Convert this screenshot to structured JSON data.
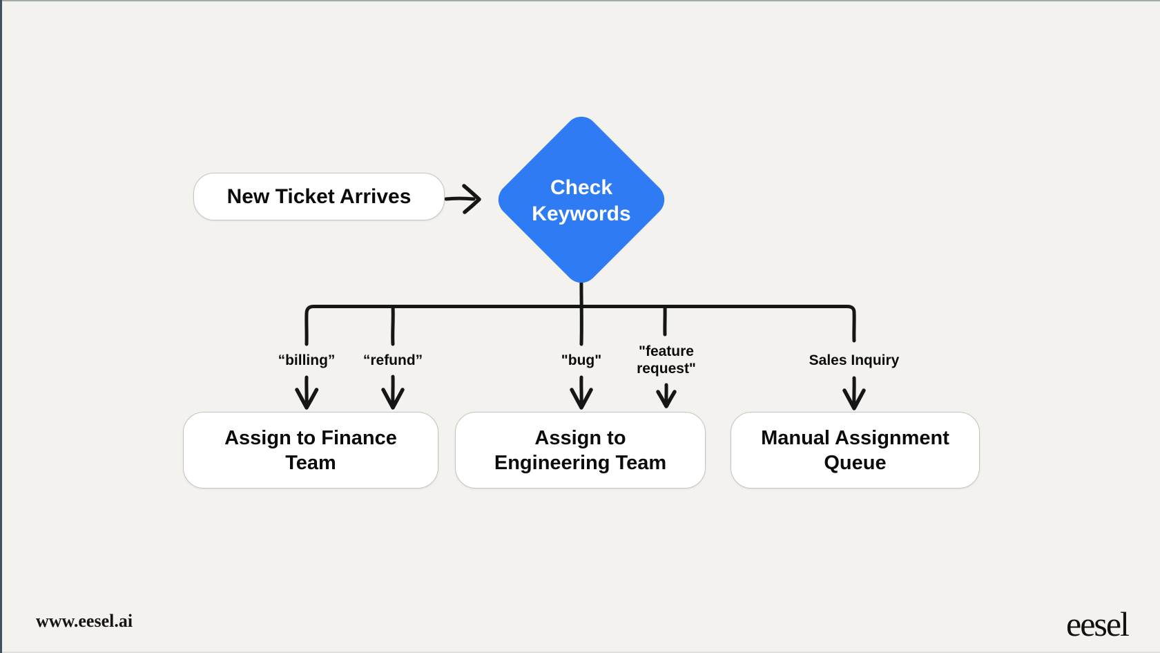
{
  "page": {
    "background": "#f4f2ef",
    "accent_blue": "#2e7bf4",
    "line_color": "#161616"
  },
  "flowchart": {
    "start": {
      "label": "New Ticket Arrives"
    },
    "decision": {
      "line1": "Check",
      "line2": "Keywords"
    },
    "branch_labels": {
      "billing": "“billing”",
      "refund": "“refund”",
      "bug": "\"bug\"",
      "feature_request": "\"feature request\"",
      "sales_inquiry": "Sales Inquiry"
    },
    "outcomes": {
      "finance": {
        "line1": "Assign to Finance",
        "line2": "Team"
      },
      "engineering": {
        "line1": "Assign to",
        "line2": "Engineering Team"
      },
      "manual": {
        "line1": "Manual Assignment",
        "line2": "Queue"
      }
    }
  },
  "footer": {
    "website": "www.eesel.ai",
    "logo_text": "eesel"
  }
}
